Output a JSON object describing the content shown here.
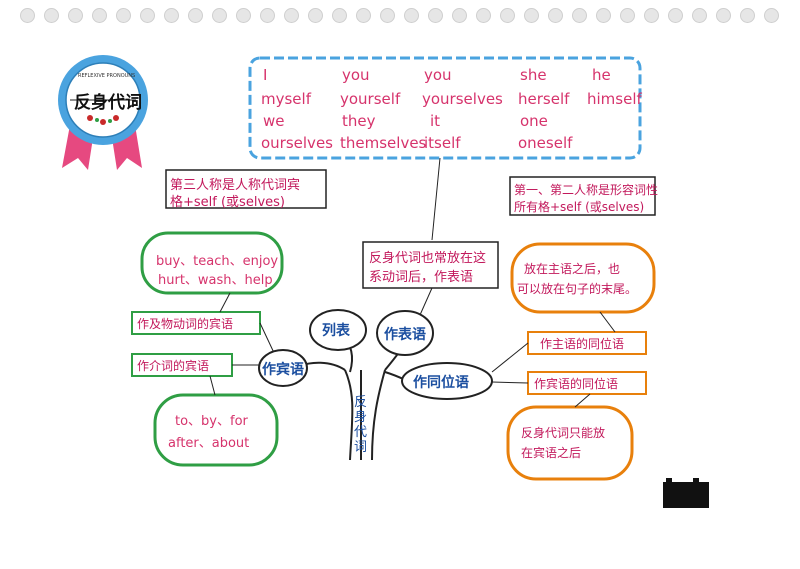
{
  "badge": {
    "title": "反身代词",
    "ribbon_text": "REFLEXIVE PRONOUNS"
  },
  "pronoun_table": {
    "rows": [
      [
        "I",
        "you",
        "you",
        "she",
        "he"
      ],
      [
        "myself",
        "yourself",
        "yourselves",
        "herself",
        "himself"
      ],
      [
        "we",
        "they",
        "it",
        "one",
        ""
      ],
      [
        "ourselves",
        "themselves",
        "itself",
        "oneself",
        ""
      ]
    ]
  },
  "notes": {
    "third_person": [
      "第三人称是人称代词宾",
      "格+self (或selves)"
    ],
    "first_second": [
      "第一、第二人称是形容词性",
      "所有格+self (或selves)"
    ],
    "center_note": [
      "反身代词也常放在这",
      "系动词后，作表语"
    ]
  },
  "tree": {
    "trunk": "反身代词",
    "branch_list": "列表",
    "branch_predicative": "作表语",
    "branch_object": "作宾语",
    "branch_appositive": "作同位语"
  },
  "object_side": {
    "verbs_cloud": [
      "buy、teach、enjoy",
      "hurt、wash、help"
    ],
    "verb_object_label": "作及物动词的宾语",
    "prep_object_label": "作介词的宾语",
    "preps_cloud": [
      "to、by、for",
      "after、about"
    ]
  },
  "appositive_side": {
    "subject_cloud": [
      "放在主语之后，也",
      "可以放在句子的末尾。"
    ],
    "subject_label": "作主语的同位语",
    "object_label": "作宾语的同位语",
    "object_cloud": [
      "反身代词只能放",
      "在宾语之后"
    ]
  },
  "colors": {
    "pink": "#d6336c",
    "blue": "#4aa3df",
    "green": "#2f9e44",
    "orange": "#e8800c",
    "dark": "#222222"
  }
}
